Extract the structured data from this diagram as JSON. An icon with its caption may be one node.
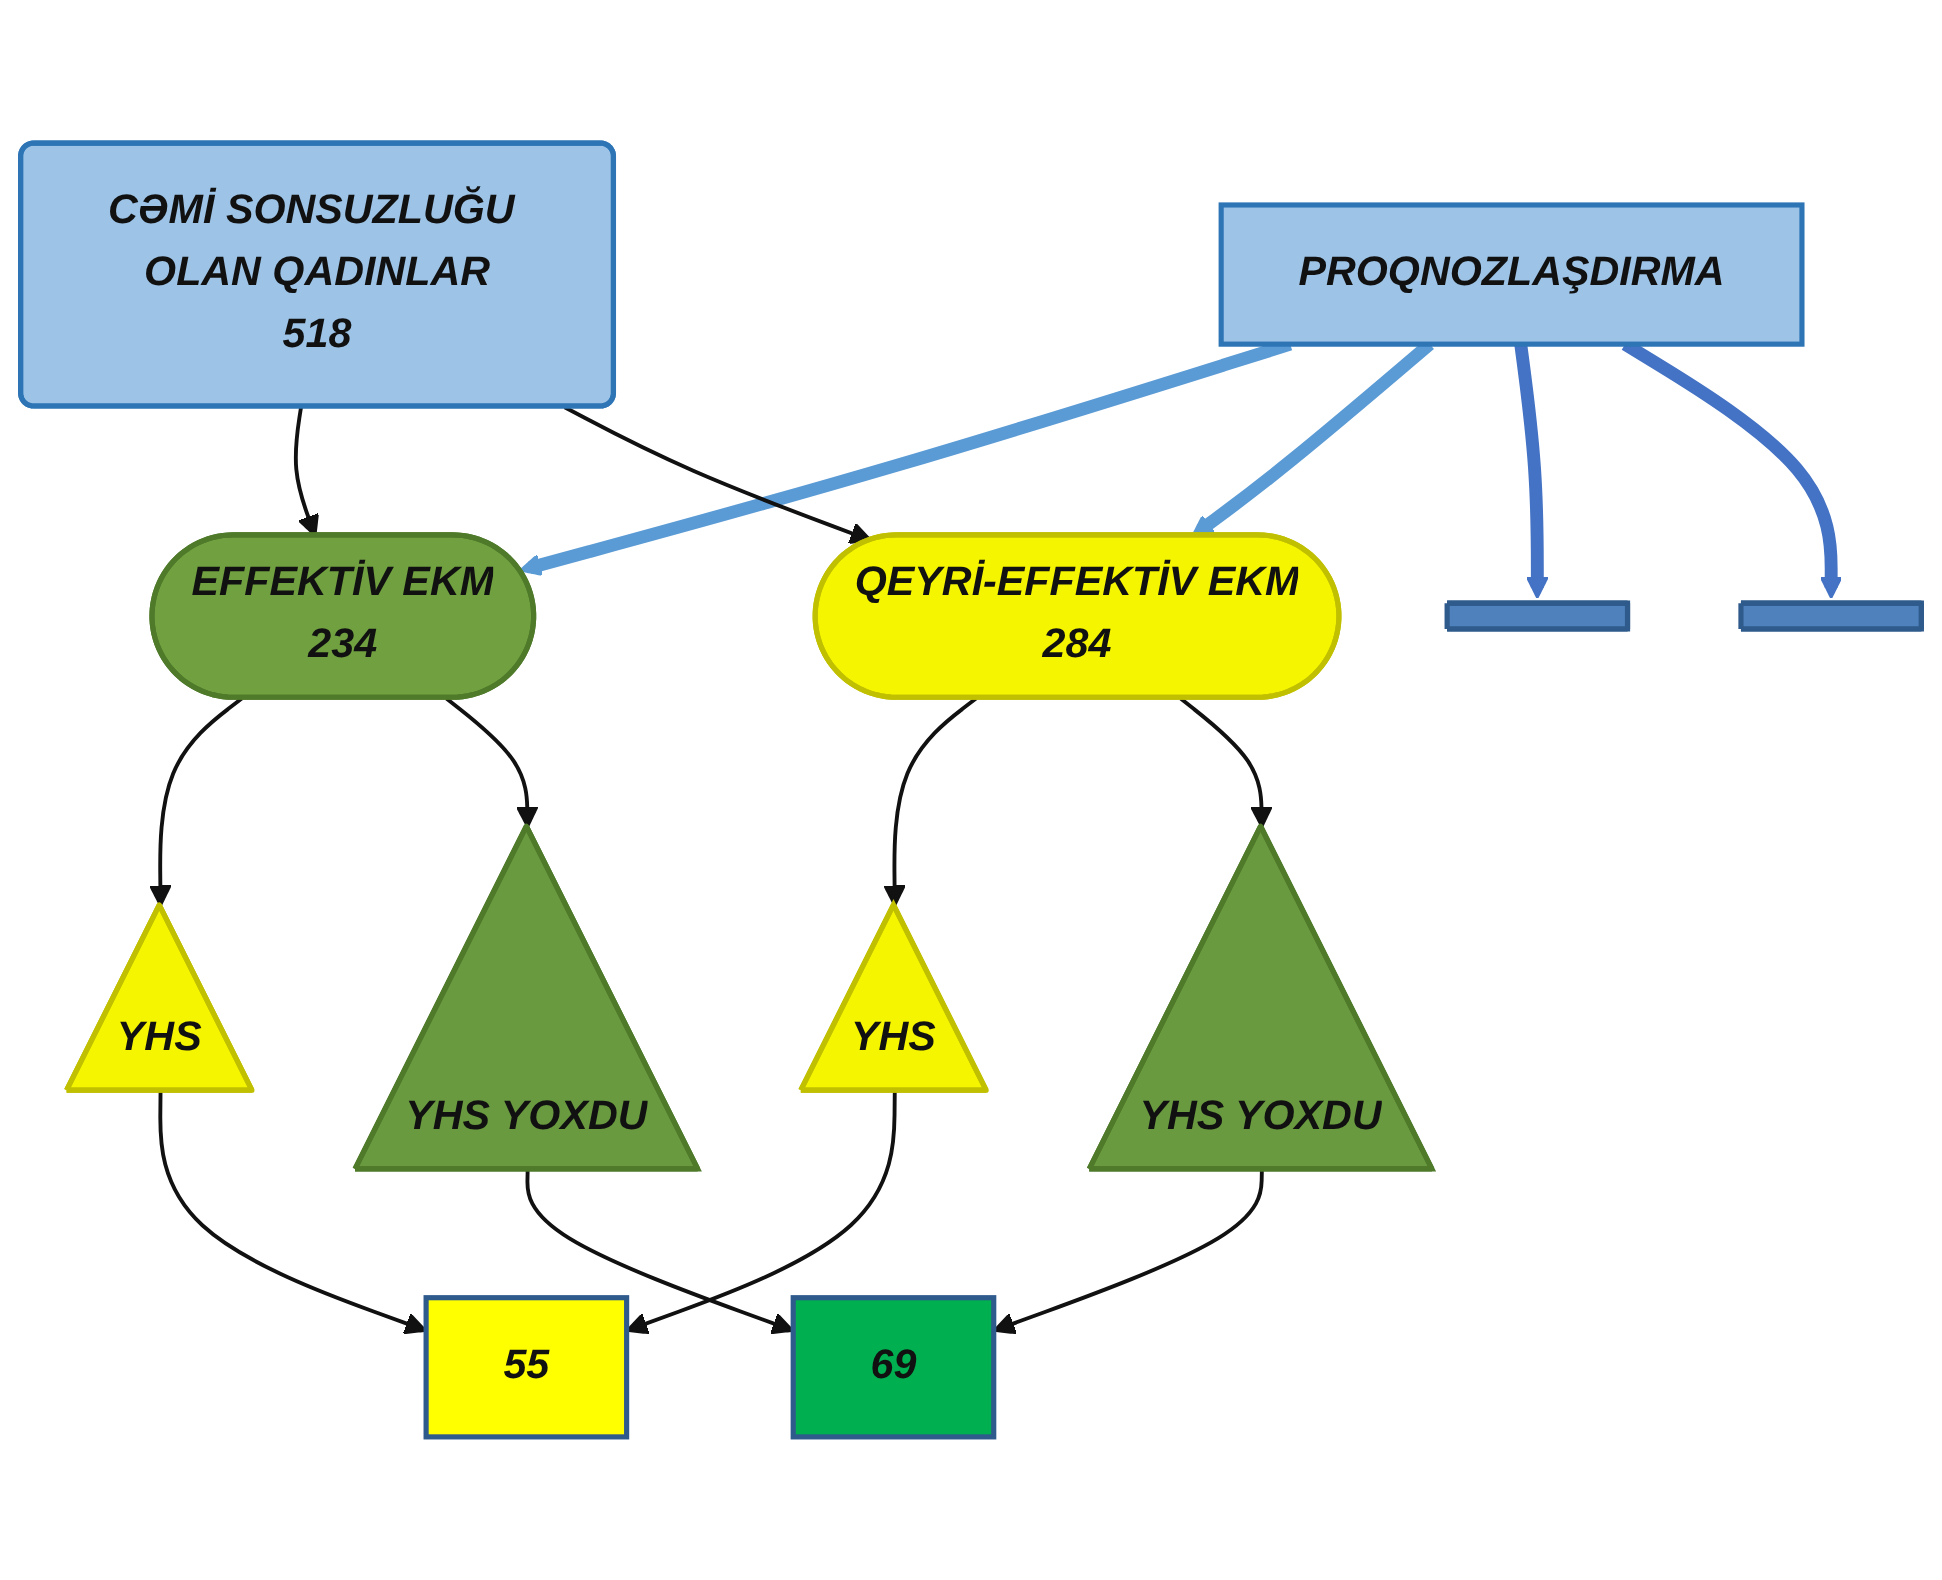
{
  "diagram": {
    "nodes": [
      {
        "text": [
          "PROQNOZLAŞDIRMA"
        ]
      },
      {
        "text": [
          "CƏMİ SONSUZLUĞU OLAN QADINLAR",
          "518"
        ]
      },
      {
        "text": [
          "EFFEKTİV EKM",
          "234"
        ]
      },
      {
        "text": [
          "QEYRİ-EFFEKTİV EKM",
          "284"
        ]
      },
      {
        "text": [
          "YHS"
        ]
      },
      {
        "text": [],
        "shape": "bar"
      },
      {
        "text": [
          "YHS YOXDU"
        ]
      },
      {
        "text": [
          "YHS"
        ]
      },
      {
        "text": [],
        "shape": "bar"
      },
      {
        "text": [
          "YHS YOXDU"
        ]
      },
      {
        "text": [
          "55"
        ]
      },
      {
        "text": [
          "69"
        ]
      }
    ],
    "edges": [
      {
        "from": 0,
        "to": 2,
        "arrow": "to",
        "style": "thick",
        "color": "#5b9bd5"
      },
      {
        "from": 0,
        "to": 3,
        "arrow": "to",
        "style": "thick",
        "color": "#5b9bd5"
      },
      {
        "from": 0,
        "to": 5,
        "arrow": "to",
        "style": "thick",
        "color": "#4472c4"
      },
      {
        "from": 0,
        "to": 8,
        "arrow": "to",
        "style": "thick",
        "color": "#4472c4"
      },
      {
        "from": 1,
        "to": 2,
        "arrow": "to"
      },
      {
        "from": 1,
        "to": 3,
        "arrow": "to"
      },
      {
        "from": 2,
        "to": 4,
        "arrow": "to"
      },
      {
        "from": 2,
        "to": 6,
        "arrow": "to"
      },
      {
        "from": 3,
        "to": 7,
        "arrow": "to"
      },
      {
        "from": 3,
        "to": 9,
        "arrow": "to"
      },
      {
        "from": 4,
        "to": 10,
        "arrow": "to"
      },
      {
        "from": 6,
        "to": 11,
        "arrow": "to"
      },
      {
        "from": 7,
        "to": 10,
        "arrow": "to"
      },
      {
        "from": 9,
        "to": 11,
        "arrow": "to"
      }
    ]
  }
}
